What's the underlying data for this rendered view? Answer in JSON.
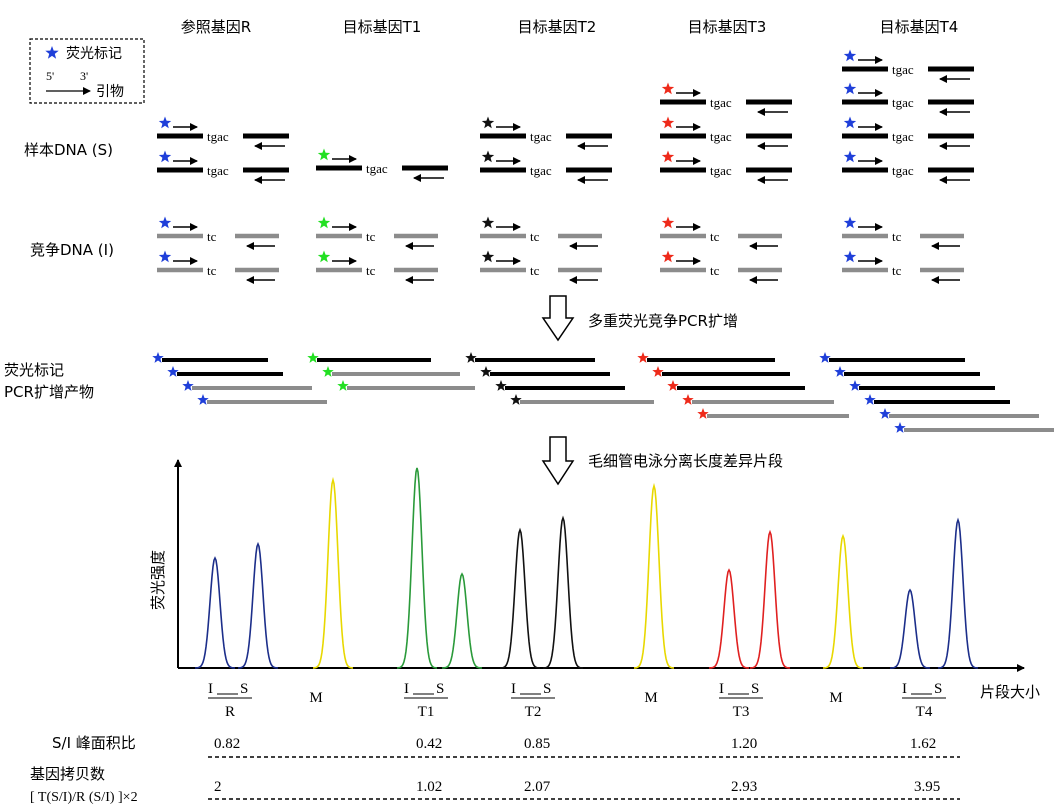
{
  "legend": {
    "star_label": "荧光标记",
    "five_prime": "5'",
    "three_prime": "3'",
    "primer_label": "引物"
  },
  "column_headers": [
    "参照基因R",
    "目标基因T1",
    "目标基因T2",
    "目标基因T3",
    "目标基因T4"
  ],
  "row_labels": {
    "sample_dna": "样本DNA (S)",
    "competitor_dna": "竞争DNA (I)",
    "pcr_products": [
      "荧光标记",
      "PCR扩增产物"
    ]
  },
  "sequence_labels": {
    "sample": "tgac",
    "competitor": "tc"
  },
  "steps": {
    "pcr": "多重荧光竞争PCR扩增",
    "electrophoresis": "毛细管电泳分离长度差异片段"
  },
  "column_star_colors": [
    "#1f3fd9",
    "#22e022",
    "#111111",
    "#ee2a1a",
    "#1f3fd9"
  ],
  "sample_counts": [
    2,
    1,
    2,
    3,
    4
  ],
  "competitor_counts": [
    2,
    2,
    2,
    2,
    2
  ],
  "product_rows": [
    [
      "#000000",
      "#000000",
      "#8c8c8c",
      "#8c8c8c"
    ],
    [
      "#000000",
      "#8c8c8c",
      "#8c8c8c"
    ],
    [
      "#000000",
      "#000000",
      "#000000",
      "#8c8c8c"
    ],
    [
      "#000000",
      "#000000",
      "#000000",
      "#8c8c8c",
      "#8c8c8c"
    ],
    [
      "#000000",
      "#000000",
      "#000000",
      "#000000",
      "#8c8c8c",
      "#8c8c8c"
    ]
  ],
  "electropherogram": {
    "ylabel": "荧光强度",
    "xlabel": "片段大小",
    "peaks": [
      {
        "color": "#1c2e8a",
        "height": 0.55
      },
      {
        "color": "#1c2e8a",
        "height": 0.62
      },
      {
        "color": "#e8d800",
        "height": 0.94
      },
      {
        "color": "#2a9a3a",
        "height": 1.0
      },
      {
        "color": "#2a9a3a",
        "height": 0.47
      },
      {
        "color": "#111111",
        "height": 0.69
      },
      {
        "color": "#111111",
        "height": 0.75
      },
      {
        "color": "#e8d800",
        "height": 0.91
      },
      {
        "color": "#e02020",
        "height": 0.49
      },
      {
        "color": "#e02020",
        "height": 0.68
      },
      {
        "color": "#e8d800",
        "height": 0.66
      },
      {
        "color": "#1c2e8a",
        "height": 0.39
      },
      {
        "color": "#1c2e8a",
        "height": 0.74
      }
    ],
    "group_labels": [
      {
        "i": "I",
        "s": "S",
        "name": "R"
      },
      {
        "m": "M"
      },
      {
        "i": "I",
        "s": "S",
        "name": "T1"
      },
      {
        "i": "I",
        "s": "S",
        "name": "T2"
      },
      {
        "m": "M"
      },
      {
        "i": "I",
        "s": "S",
        "name": "T3"
      },
      {
        "m": "M"
      },
      {
        "i": "I",
        "s": "S",
        "name": "T4"
      }
    ]
  },
  "ratio_table": {
    "row1_label": "S/I 峰面积比",
    "row1_values": [
      "0.82",
      "0.42",
      "0.85",
      "1.20",
      "1.62"
    ],
    "row2_label": [
      "基因拷贝数",
      "[ T(S/I)/R (S/I) ]×2"
    ],
    "row2_values": [
      "2",
      "1.02",
      "2.07",
      "2.93",
      "3.95"
    ]
  }
}
